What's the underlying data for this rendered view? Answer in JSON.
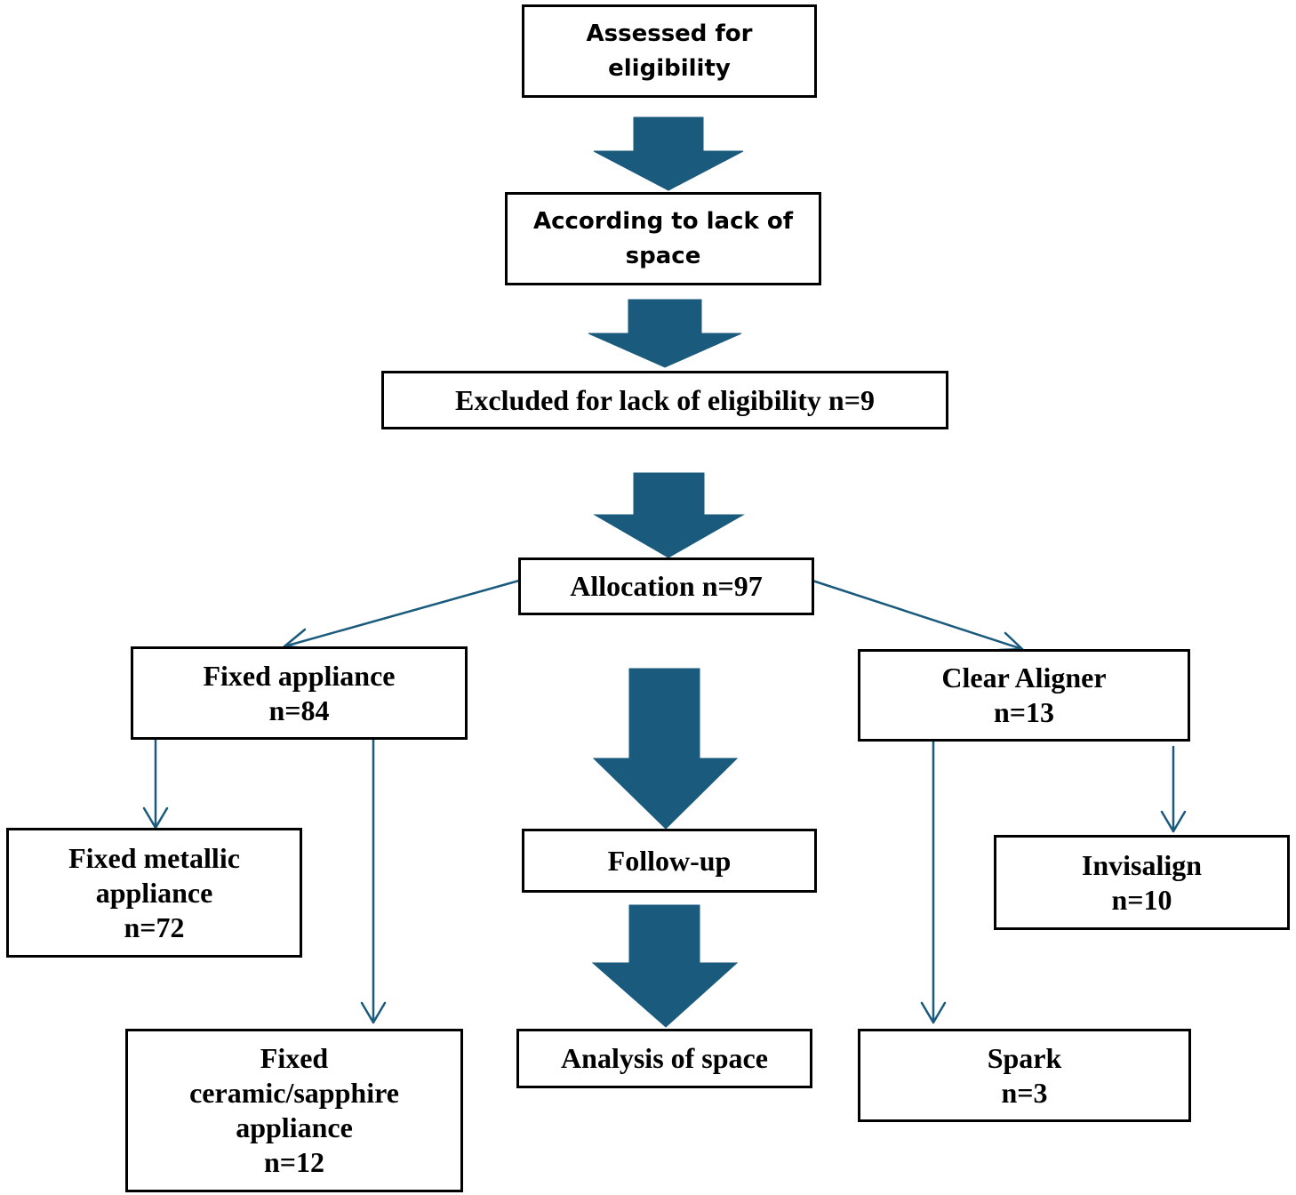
{
  "colors": {
    "arrow": "#1a5a7d",
    "border": "#000000"
  },
  "nodes": {
    "assessed": {
      "lines": [
        "Assessed for",
        "eligibility"
      ]
    },
    "lack_space": {
      "lines": [
        "According to lack of",
        "space"
      ]
    },
    "excluded": {
      "lines": [
        "Excluded for lack of eligibility n=9"
      ]
    },
    "allocation": {
      "lines": [
        "Allocation n=97"
      ]
    },
    "fixed": {
      "lines": [
        "Fixed appliance",
        "n=84"
      ]
    },
    "clear": {
      "lines": [
        "Clear Aligner",
        "n=13"
      ]
    },
    "follow": {
      "lines": [
        "Follow-up"
      ]
    },
    "metallic": {
      "lines": [
        "Fixed metallic",
        "appliance",
        "n=72"
      ]
    },
    "invisalign": {
      "lines": [
        "Invisalign",
        "n=10"
      ]
    },
    "ceramic": {
      "lines": [
        "Fixed",
        "ceramic/sapphire",
        "appliance",
        "n=12"
      ]
    },
    "analysis": {
      "lines": [
        "Analysis of space"
      ]
    },
    "spark": {
      "lines": [
        "Spark",
        "n=3"
      ]
    }
  },
  "edges": [
    {
      "from": "assessed",
      "to": "lack_space",
      "style": "block"
    },
    {
      "from": "lack_space",
      "to": "excluded",
      "style": "block"
    },
    {
      "from": "excluded",
      "to": "allocation",
      "style": "block"
    },
    {
      "from": "allocation",
      "to": "fixed",
      "style": "line"
    },
    {
      "from": "allocation",
      "to": "clear",
      "style": "line"
    },
    {
      "from": "allocation",
      "to": "follow",
      "style": "block"
    },
    {
      "from": "follow",
      "to": "analysis",
      "style": "block"
    },
    {
      "from": "fixed",
      "to": "metallic",
      "style": "line"
    },
    {
      "from": "fixed",
      "to": "ceramic",
      "style": "line"
    },
    {
      "from": "clear",
      "to": "invisalign",
      "style": "line"
    },
    {
      "from": "clear",
      "to": "spark",
      "style": "line"
    }
  ]
}
